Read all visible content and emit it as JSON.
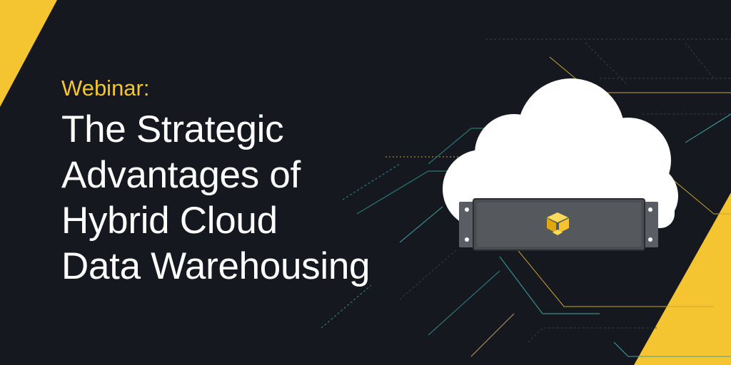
{
  "eyebrow": "Webinar:",
  "title_lines": [
    "The Strategic",
    "Advantages of",
    "Hybrid Cloud",
    "Data Warehousing"
  ],
  "colors": {
    "background": "#15181e",
    "accent_yellow": "#f5c431",
    "title_text": "#ffffff",
    "cloud": "#ffffff",
    "server_body": "#4a4d52",
    "circuit_teal": "#3fa9a6"
  },
  "icons": [
    "cloud-graphic",
    "server-unit",
    "cube-logo-icon",
    "circuit-lines",
    "yellow-corner-triangle"
  ]
}
